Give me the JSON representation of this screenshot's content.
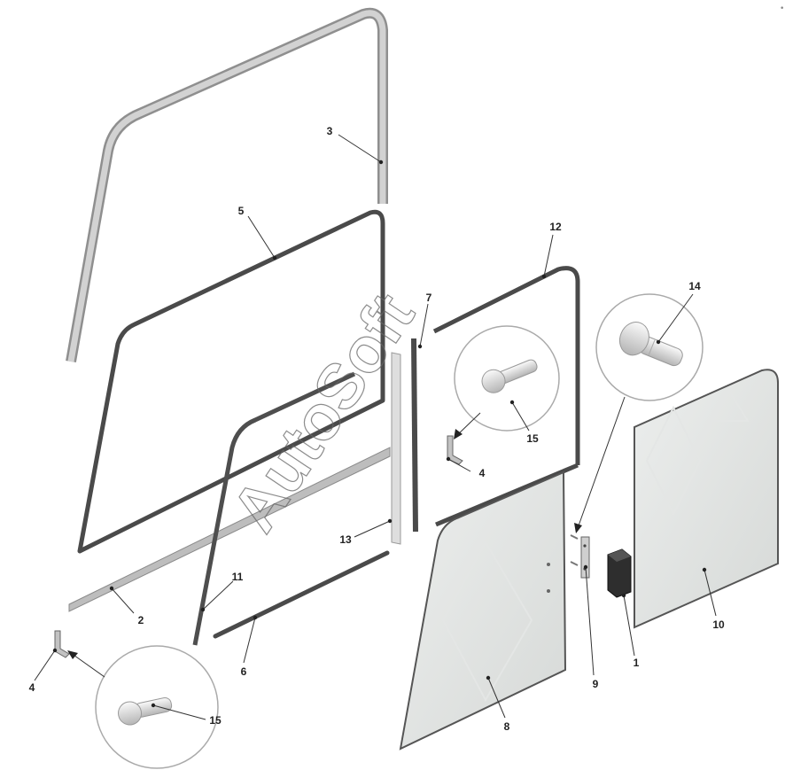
{
  "watermark": "AutoSoft",
  "corner_mark": "•",
  "callouts": [
    {
      "id": "1",
      "label": "1"
    },
    {
      "id": "2",
      "label": "2"
    },
    {
      "id": "3",
      "label": "3"
    },
    {
      "id": "4a",
      "label": "4"
    },
    {
      "id": "4b",
      "label": "4"
    },
    {
      "id": "5",
      "label": "5"
    },
    {
      "id": "6",
      "label": "6"
    },
    {
      "id": "7",
      "label": "7"
    },
    {
      "id": "8",
      "label": "8"
    },
    {
      "id": "9",
      "label": "9"
    },
    {
      "id": "10",
      "label": "10"
    },
    {
      "id": "11",
      "label": "11"
    },
    {
      "id": "12",
      "label": "12"
    },
    {
      "id": "13",
      "label": "13"
    },
    {
      "id": "14",
      "label": "14"
    },
    {
      "id": "15a",
      "label": "15"
    },
    {
      "id": "15b",
      "label": "15"
    }
  ]
}
